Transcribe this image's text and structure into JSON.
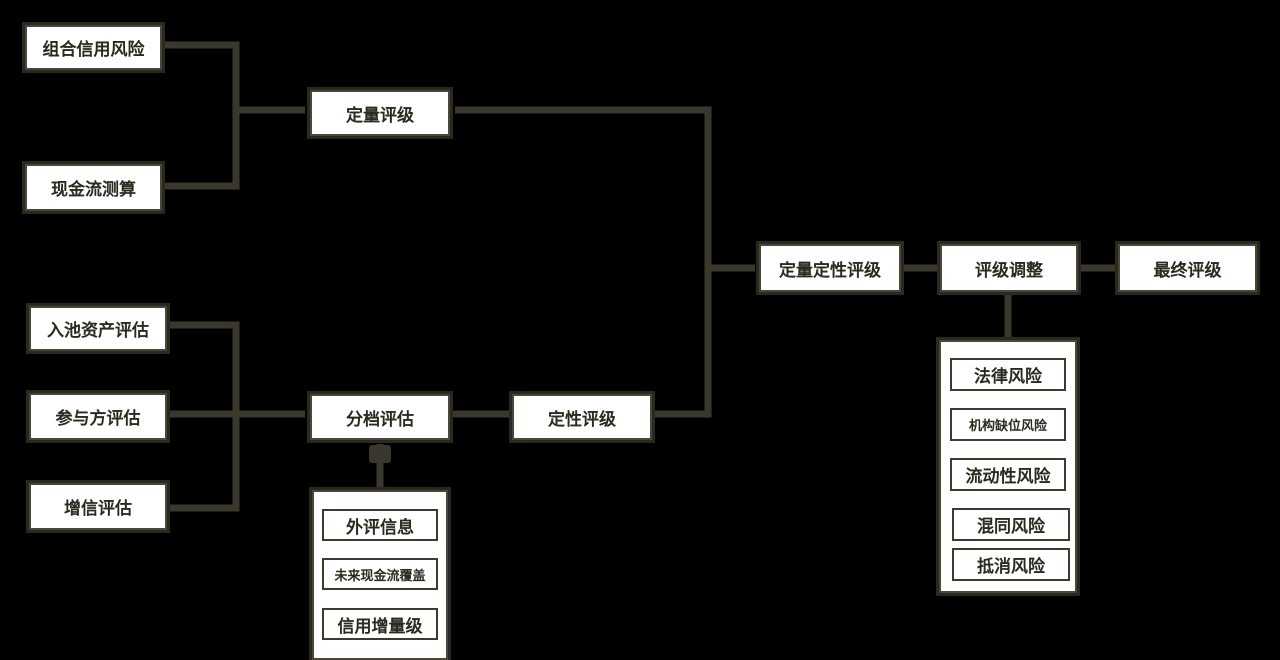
{
  "colors": {
    "background": "#000000",
    "box_fill": "#ffffff",
    "text": "#2b2a1f",
    "connector": "#3a372c"
  },
  "nodes": {
    "combo_credit_risk": "组合信用风险",
    "cash_flow_calc": "现金流测算",
    "pool_asset_eval": "入池资产评估",
    "participant_eval": "参与方评估",
    "credit_enhance_eval": "增信评估",
    "quantitative_rating": "定量评级",
    "tiered_eval": "分档评估",
    "qualitative_rating": "定性评级",
    "combined_rating": "定量定性评级",
    "rating_adjustment": "评级调整",
    "final_rating": "最终评级"
  },
  "tier_panel": {
    "items": [
      "外评信息",
      "未来现金流覆盖",
      "信用增量级"
    ]
  },
  "adjust_panel": {
    "items": [
      "法律风险",
      "机构缺位风险",
      "流动性风险",
      "混同风险",
      "抵消风险"
    ]
  }
}
